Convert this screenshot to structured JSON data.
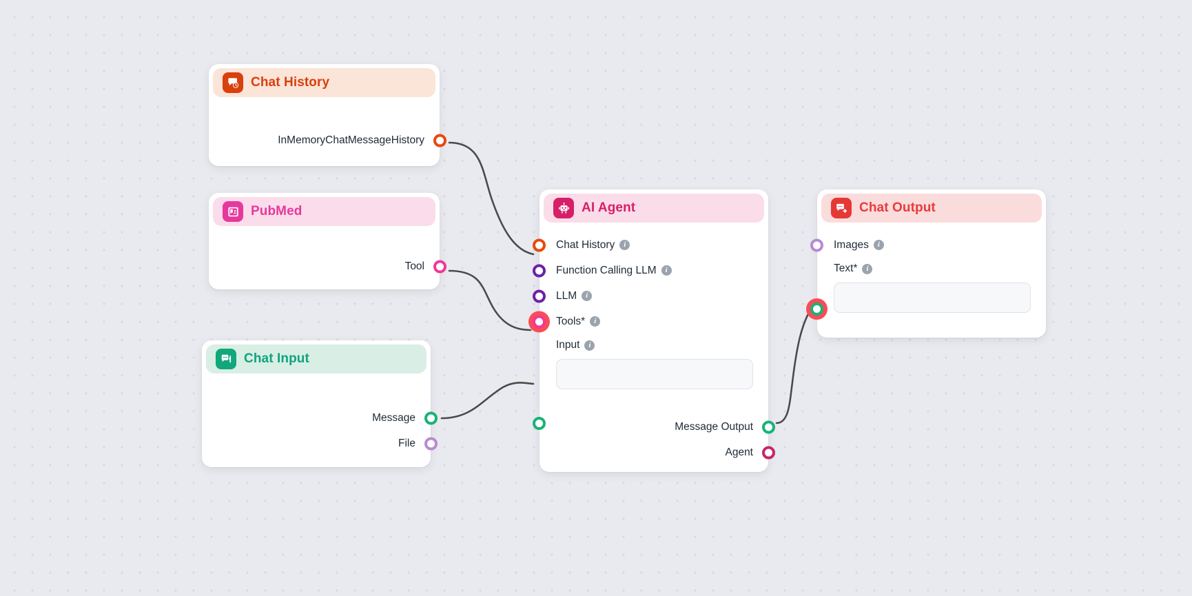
{
  "canvas": {
    "background": "#e9eaef",
    "dot_color": "#d5d7de"
  },
  "nodes": [
    {
      "id": "chat-history",
      "title": "Chat History",
      "icon": "chat-history-icon",
      "header_bg": "#fbe4d8",
      "title_color": "#d9400b",
      "icon_bg": "#d9400b",
      "outputs": [
        {
          "label": "InMemoryChatMessageHistory",
          "color": "#e8490b",
          "connected": true
        }
      ]
    },
    {
      "id": "pubmed",
      "title": "PubMed",
      "icon": "pubmed-icon",
      "header_bg": "#fbdceb",
      "title_color": "#e6399b",
      "icon_bg": "#e6399b",
      "outputs": [
        {
          "label": "Tool",
          "color": "#ed3a98",
          "connected": true
        }
      ]
    },
    {
      "id": "chat-input",
      "title": "Chat Input",
      "icon": "chat-input-icon",
      "header_bg": "#d9eee4",
      "title_color": "#10a37f",
      "icon_bg": "#12a67c",
      "outputs": [
        {
          "label": "Message",
          "color": "#18b277",
          "connected": true
        },
        {
          "label": "File",
          "color": "#b98ad1",
          "connected": false
        }
      ]
    },
    {
      "id": "ai-agent",
      "title": "AI Agent",
      "icon": "robot-icon",
      "header_bg": "#fbdce9",
      "title_color": "#d61f69",
      "icon_bg": "#d61f69",
      "inputs": [
        {
          "label": "Chat History",
          "info": true,
          "color": "#e8490b",
          "connected": true,
          "halo": null
        },
        {
          "label": "Function Calling LLM",
          "info": true,
          "color": "#6b21a8",
          "connected": false,
          "halo": null
        },
        {
          "label": "LLM",
          "info": true,
          "color": "#6b21a8",
          "connected": false,
          "halo": null
        },
        {
          "label": "Tools*",
          "info": true,
          "color": "#ed3a98",
          "connected": true,
          "halo": "#fb4b57"
        }
      ],
      "input_field": {
        "label": "Input",
        "info": true,
        "value": "",
        "placeholder": ""
      },
      "outputs": [
        {
          "label": "Message Output",
          "color": "#18b277",
          "connected": true
        },
        {
          "label": "Agent",
          "color": "#c9246b",
          "connected": false
        }
      ]
    },
    {
      "id": "chat-output",
      "title": "Chat Output",
      "icon": "chat-output-icon",
      "header_bg": "#fbdcdc",
      "title_color": "#e83b3b",
      "icon_bg": "#e53935",
      "inputs": [
        {
          "label": "Images",
          "info": true,
          "color": "#b98ad1",
          "connected": false,
          "halo": null
        }
      ],
      "text_field": {
        "label": "Text*",
        "info": true,
        "value": "",
        "placeholder": "",
        "color": "#18b277",
        "halo": "#fb4b57"
      }
    }
  ],
  "edges": [
    {
      "from": "chat-history.InMemoryChatMessageHistory",
      "to": "ai-agent.Chat History"
    },
    {
      "from": "pubmed.Tool",
      "to": "ai-agent.Tools*"
    },
    {
      "from": "chat-input.Message",
      "to": "ai-agent.Input"
    },
    {
      "from": "ai-agent.Message Output",
      "to": "chat-output.Text*"
    }
  ],
  "labels": {
    "info_glyph": "i"
  }
}
